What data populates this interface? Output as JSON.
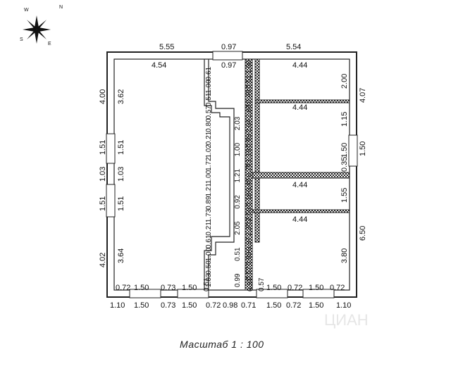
{
  "plan": {
    "scale_label": "Масштаб 1 : 100",
    "watermark": "ЦИАН",
    "compass": {
      "n": "N",
      "s": "S",
      "e": "E",
      "w": "W"
    },
    "dims_outer_top": [
      "5.55",
      "0.97",
      "5.54"
    ],
    "dims_inner_top": [
      "4.54",
      "0.97",
      "4.44"
    ],
    "dims_left_outer": [
      "4.00",
      "1.51",
      "1.03",
      "1.51",
      "4.02"
    ],
    "dims_left_inner": [
      "3.62",
      "1.51",
      "1.03",
      "1.51",
      "3.64"
    ],
    "dims_right_outer": [
      "4.07",
      "1.50",
      "6.50"
    ],
    "dims_right_inner": [
      "2.00",
      "1.15",
      "1.50",
      "0.35",
      "1.55",
      "3.80"
    ],
    "dims_right_rooms": [
      "4.44",
      "4.44",
      "4.44"
    ],
    "dims_bottom_inner": [
      "0.72",
      "1.50",
      "0.73",
      "1.50",
      "0.51",
      "0.51",
      "0.57",
      "1.50",
      "0.72",
      "1.50",
      "0.72"
    ],
    "dims_bottom_outer": [
      "1.10",
      "1.50",
      "0.73",
      "1.50",
      "0.72",
      "0.98",
      "0.71",
      "1.50",
      "0.72",
      "1.50",
      "1.10"
    ],
    "dims_corridor_left": [
      "0.61",
      "1.00",
      "0.51",
      "0.57",
      "0.80",
      "0.21",
      "1.02",
      "1.72",
      "1.00",
      "1.21",
      "0.89",
      "1.73",
      "0.21",
      "0.61",
      "1.00",
      "0.50",
      "1.03"
    ],
    "dims_corridor_mid": [
      "2.03",
      "1.00",
      "1.21",
      "0.92",
      "2.05",
      "0.51",
      "0.99"
    ],
    "dims_corridor_right": [
      "1.00",
      "0.51",
      "0.49",
      "2.63",
      "2.04",
      "0.99",
      "1.19",
      "0.79",
      "0.46",
      "0.16",
      "2.50",
      "2.30",
      "0.97",
      "0.99",
      "0.57"
    ]
  }
}
